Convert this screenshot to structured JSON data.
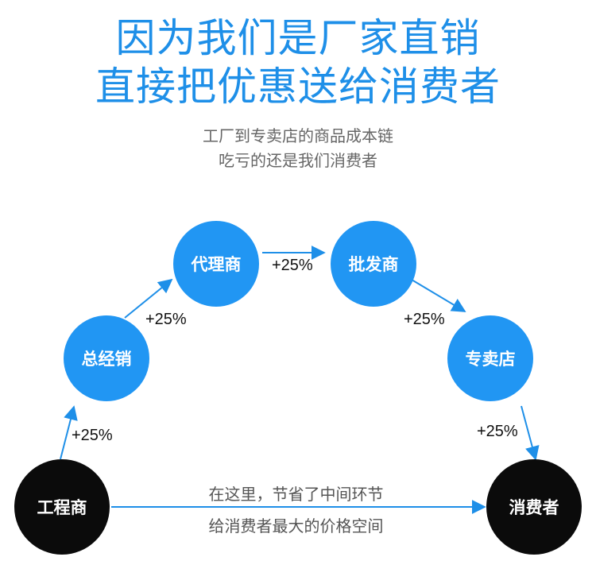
{
  "headline": {
    "line1": "因为我们是厂家直销",
    "line2": "直接把优惠送给消费者"
  },
  "subtitle": {
    "line1": "工厂到专卖店的商品成本链",
    "line2": "吃亏的还是我们消费者"
  },
  "nodes": {
    "factory": "工程商",
    "general_distributor": "总经销",
    "agent": "代理商",
    "wholesaler": "批发商",
    "store": "专卖店",
    "consumer": "消费者"
  },
  "markups": [
    "+25%",
    "+25%",
    "+25%",
    "+25%",
    "+25%"
  ],
  "bottom_note": {
    "line1": "在这里，节省了中间环节",
    "line2": "给消费者最大的价格空间"
  },
  "colors": {
    "accent": "#1e8fe8",
    "node_blue": "#2196f3",
    "node_black": "#0b0b0b",
    "arrow": "#1e8fe8"
  }
}
